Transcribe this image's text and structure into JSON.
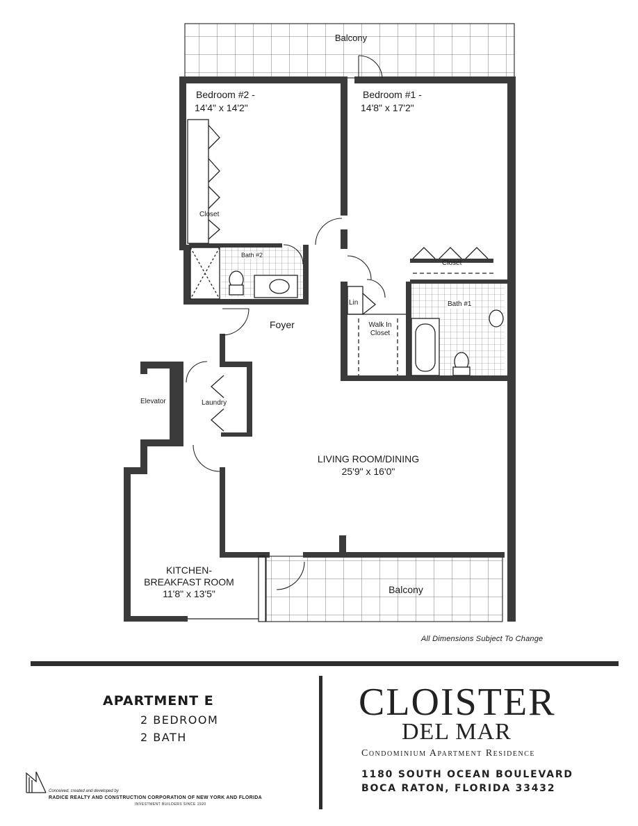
{
  "rooms": {
    "balcony_top": "Balcony",
    "bedroom2_name": "Bedroom #2 -",
    "bedroom2_size": "14'4\" x 14'2\"",
    "bedroom1_name": "Bedroom #1 -",
    "bedroom1_size": "14'8\" x 17'2\"",
    "closet_bed2": "Closet",
    "bath2": "Bath #2",
    "closet_bed1": "Closet",
    "lin": "Lin",
    "bath1": "Bath #1",
    "walkin": "Walk In",
    "walkin2": "Closet",
    "foyer": "Foyer",
    "elevator": "Elevator",
    "laundry": "Laundry",
    "living": "LIVING ROOM/DINING",
    "living_size": "25'9\" x 16'0\"",
    "kitchen1": "KITCHEN-",
    "kitchen2": "BREAKFAST ROOM",
    "kitchen_size": "11'8\" x 13'5\"",
    "balcony_bottom": "Balcony"
  },
  "disclaimer": "All Dimensions Subject To Change",
  "apartment": {
    "title": "APARTMENT E",
    "bedrooms": "2 BEDROOM",
    "baths": "2 BATH"
  },
  "brand": {
    "name_line1": "CLOISTER",
    "name_line2": "DEL MAR",
    "tagline": "Condominium Apartment Residence",
    "address1": "1180 SOUTH OCEAN BOULEVARD",
    "address2": "BOCA RATON, FLORIDA 33432"
  },
  "credit": {
    "line1": "Conceived, created and developed by",
    "line2": "RADICE REALTY AND CONSTRUCTION CORPORATION OF NEW YORK AND FLORIDA",
    "line3": "INVESTMENT BUILDERS SINCE 1920"
  }
}
